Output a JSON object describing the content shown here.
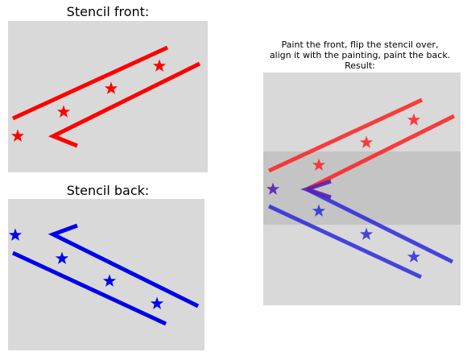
{
  "front": {
    "title": "Stencil front:",
    "color": "#ff0000",
    "background": "#d9d9d9"
  },
  "back": {
    "title": "Stencil back:",
    "color": "#0000ee",
    "background": "#d9d9d9"
  },
  "result": {
    "description_lines": [
      "Paint the front, flip the stencil over,",
      "align it with the painting, paint the back.",
      "Result:"
    ],
    "background": "#d9d9d9",
    "overlap_band_color": "#c4c4c4",
    "front_color": "#ff2020",
    "back_color": "#2020dd"
  }
}
